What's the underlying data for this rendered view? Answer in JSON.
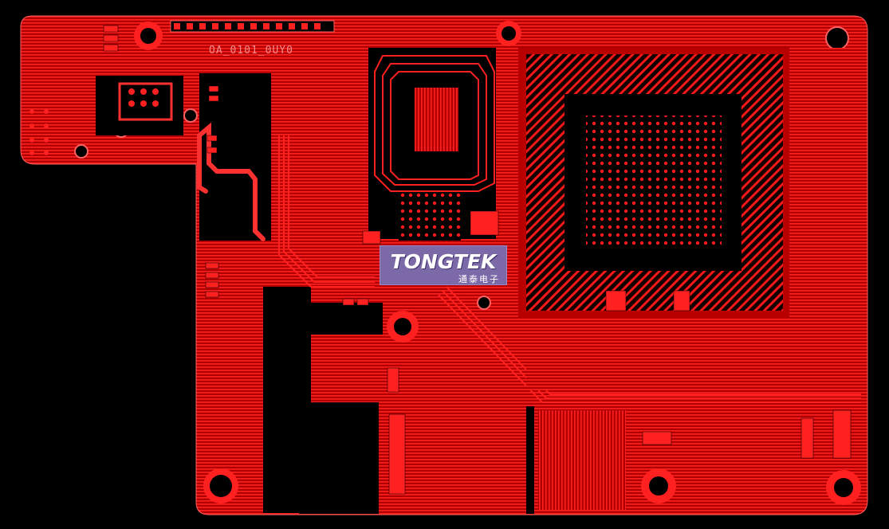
{
  "logo": {
    "brand": "TONGTEK",
    "subtitle": "通泰电子"
  },
  "silkscreen": {
    "label": "OA_0101_0UY0"
  },
  "colors": {
    "background": "#000000",
    "copper": "#d40000",
    "trace": "#ff1a1a",
    "logo_bg": "#7c6aa8"
  }
}
